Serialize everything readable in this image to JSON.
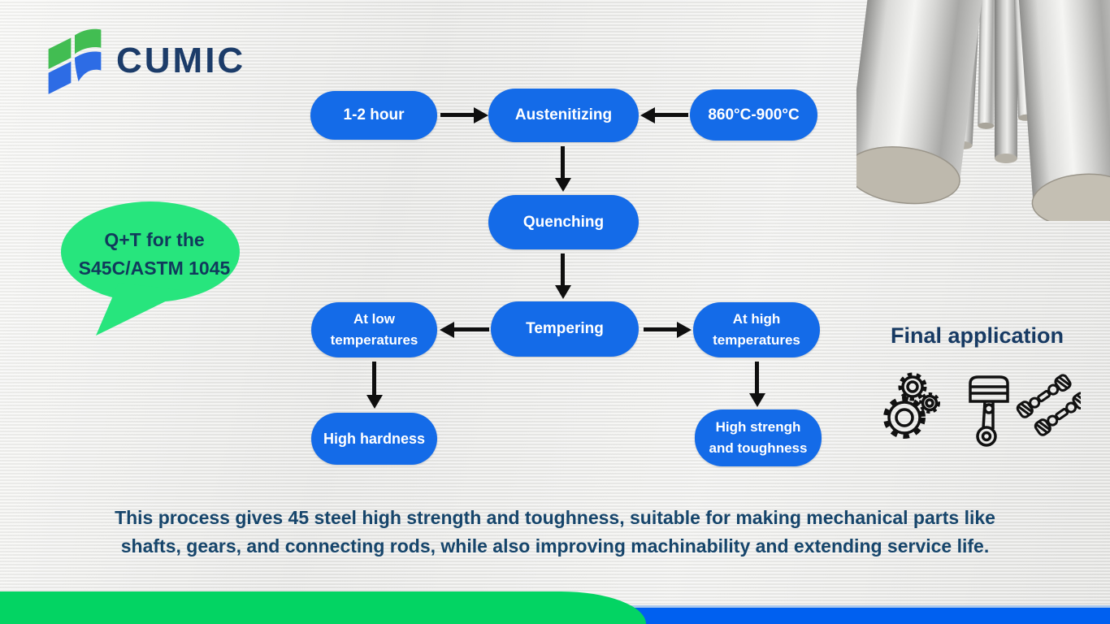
{
  "brand": {
    "name": "CUMIC",
    "logo_icon": "cumic-book-logo-icon"
  },
  "bubble": {
    "text": "Q+T for the\nS45C/ASTM 1045"
  },
  "flow": {
    "duration": "1-2 hour",
    "austenitizing": "Austenitizing",
    "temp_range": "860°C-900°C",
    "quenching": "Quenching",
    "tempering": "Tempering",
    "low_temp": "At low\ntemperatures",
    "high_temp": "At high\ntemperatures",
    "high_hardness": "High hardness",
    "high_strength": "High strengh\nand toughness",
    "arrows": [
      "duration-to-austenitizing",
      "temp-range-to-austenitizing",
      "austenitizing-to-quenching",
      "quenching-to-tempering",
      "tempering-to-low-temp",
      "tempering-to-high-temp",
      "low-temp-to-high-hardness",
      "high-temp-to-high-strength"
    ]
  },
  "final_application": {
    "title": "Final application",
    "icons": [
      "gears-icon",
      "piston-icon",
      "driveshafts-icon"
    ]
  },
  "footer": {
    "text": "This process gives 45 steel high strength and toughness, suitable for making mechanical parts like\nshafts, gears, and connecting rods, while also improving machinability and extending service life."
  },
  "photo": {
    "description": "steel round bars"
  },
  "colors": {
    "node_blue": "#146be8",
    "footer_blue": "#0060f0",
    "footer_green": "#03d463",
    "bubble_green": "#27e57d",
    "navy_text": "#173a63",
    "arrow_black": "#0f0f0f"
  }
}
